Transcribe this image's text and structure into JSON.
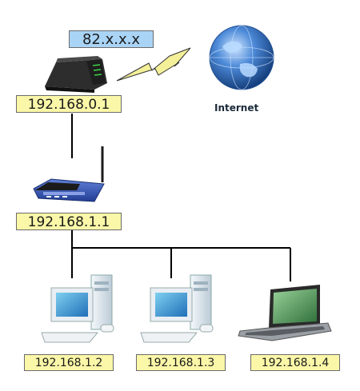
{
  "wan_ip": "82.x.x.x",
  "internet_label": "Internet",
  "modem": {
    "ip": "192.168.0.1"
  },
  "router": {
    "ip": "192.168.1.1"
  },
  "clients": [
    {
      "kind": "desktop",
      "ip": "192.168.1.2"
    },
    {
      "kind": "desktop",
      "ip": "192.168.1.3"
    },
    {
      "kind": "laptop",
      "ip": "192.168.1.4"
    }
  ],
  "colors": {
    "ip_label_yellow": "#fbf7a8",
    "wan_label_blue": "#a9d4f6",
    "connection_line": "#000000",
    "wireless_bolt": "#f4f09a",
    "globe": "#3f78c8"
  },
  "icons": [
    "modem-icon",
    "lightning-bolt-icon",
    "globe-icon",
    "wireless-router-icon",
    "desktop-computer-icon",
    "laptop-icon"
  ]
}
